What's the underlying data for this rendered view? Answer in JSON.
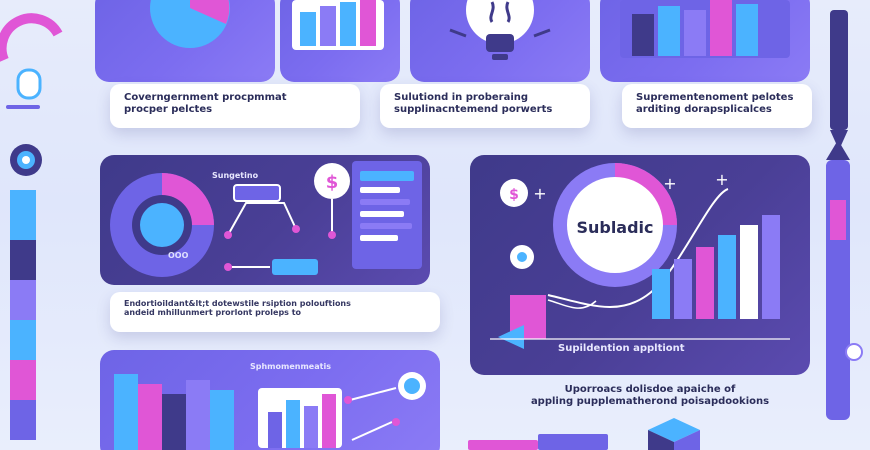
{
  "cards": {
    "top_left": {
      "line1": "Coverngernment procpmmat",
      "line2": "procper pelctes"
    },
    "top_mid": {
      "line1": "Sulutiond in proberaing",
      "line2": "supplinacntemend porwerts"
    },
    "top_right": {
      "line1": "Suprementenoment pelotes",
      "line2": "arditing dorapsplicalces"
    },
    "mid_left": {
      "line1": "Endortioildant&lt;t dotewstile rsiption polouftions",
      "line2": "andeid mhillunmert prorlont proleps to"
    },
    "right_caption": {
      "line1": "Uporroacs dolisdoe apaiche of",
      "line2": "appling pupplematherond poisapdookions"
    }
  },
  "panels": {
    "center_left": {
      "label_top": "Sungetino",
      "label_bottom": "OOO"
    },
    "right_big": {
      "circle_label": "Subladic",
      "bottom_label": "Supildention appltiont"
    },
    "bottom_left": {
      "label_top": "Sphmomenmeatis"
    }
  },
  "colors": {
    "violet": "#6e64e6",
    "dark_violet": "#3f3a8a",
    "pink": "#e056d6",
    "blue": "#4bb3ff",
    "light_purple": "#8b7bf5",
    "white": "#ffffff"
  },
  "icons": {
    "dollar": "dollar-icon",
    "bulb": "lightbulb-icon",
    "pencil": "pencil-icon",
    "target": "target-icon",
    "plus": "plus-icon"
  }
}
